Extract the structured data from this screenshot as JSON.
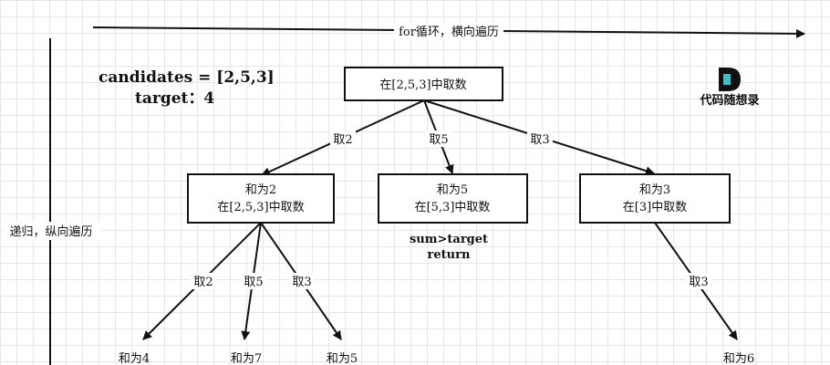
{
  "header": {
    "horizontal_axis_label": "for循环，横向遍历",
    "vertical_axis_label": "递归，纵向遍历"
  },
  "problem": {
    "candidates": "candidates = [2,5,3]",
    "target": "target：4"
  },
  "logo": {
    "glyph": "D",
    "text": "代码随想录"
  },
  "root": {
    "label": "在[2,5,3]中取数"
  },
  "edges_level1": [
    "取2",
    "取5",
    "取3"
  ],
  "level1": [
    {
      "line1": "和为2",
      "line2": "在[2,5,3]中取数"
    },
    {
      "line1": "和为5",
      "line2": "在[5,3]中取数"
    },
    {
      "line1": "和为3",
      "line2": "在[3]中取数"
    }
  ],
  "prune_note": {
    "line1": "sum>target",
    "line2": "return",
    "color": "#d0021b"
  },
  "edges_level2": [
    "取2",
    "取5",
    "取3",
    "取3"
  ],
  "leaves": [
    "和为4",
    "和为7",
    "和为5",
    "和为6"
  ]
}
